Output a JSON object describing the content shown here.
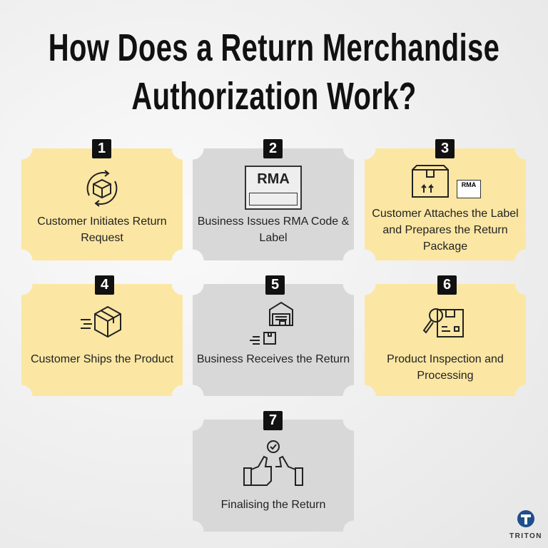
{
  "title": {
    "line1": "How Does a Return Merchandise",
    "line2": "Authorization Work?"
  },
  "colors": {
    "step_yellow": "#fbe7a3",
    "step_gray": "#d8d8d8",
    "badge": "#111111",
    "logo_blue": "#1f4e8c"
  },
  "steps": [
    {
      "number": "1",
      "label": "Customer Initiates Return Request",
      "icon": "box-cycle-icon"
    },
    {
      "number": "2",
      "label": "Business Issues RMA Code & Label",
      "icon": "rma-label-icon",
      "icon_text": "RMA"
    },
    {
      "number": "3",
      "label": "Customer Attaches the Label and Prepares the Return Package",
      "icon": "package-label-icon",
      "icon_text": "RMA"
    },
    {
      "number": "4",
      "label": "Customer Ships the Product",
      "icon": "fast-shipping-box-icon"
    },
    {
      "number": "5",
      "label": "Business Receives the Return",
      "icon": "warehouse-icon"
    },
    {
      "number": "6",
      "label": "Product Inspection and Processing",
      "icon": "magnifier-box-icon"
    },
    {
      "number": "7",
      "label": "Finalising the Return",
      "icon": "thumbs-up-icon"
    }
  ],
  "logo": {
    "name": "TRITON"
  }
}
